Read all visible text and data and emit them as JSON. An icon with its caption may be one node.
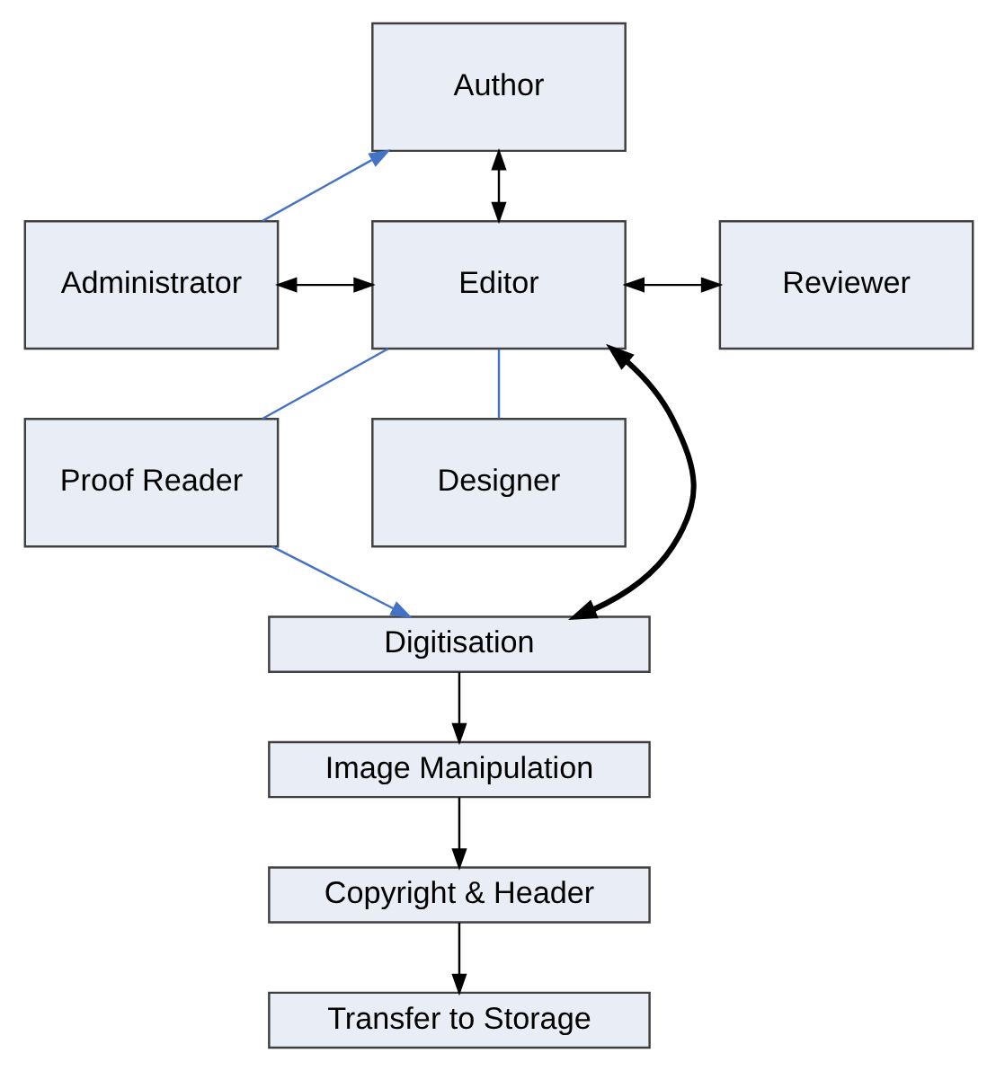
{
  "diagram": {
    "nodes": [
      {
        "text": [
          "Author"
        ]
      },
      {
        "text": [
          "Administrator"
        ]
      },
      {
        "text": [
          "Editor"
        ]
      },
      {
        "text": [
          "Reviewer"
        ]
      },
      {
        "text": [
          "Proof Reader"
        ]
      },
      {
        "text": [
          "Designer"
        ]
      },
      {
        "text": [
          "Digitisation"
        ]
      },
      {
        "text": [
          "Image Manipulation"
        ]
      },
      {
        "text": [
          "Copyright & Header"
        ]
      },
      {
        "text": [
          "Transfer to Storage"
        ]
      }
    ],
    "edges": [
      {
        "from": 1,
        "to": 0,
        "arrow": "to",
        "color": "#4472c4"
      },
      {
        "from": 0,
        "to": 2,
        "arrow": "both"
      },
      {
        "from": 1,
        "to": 2,
        "arrow": "both"
      },
      {
        "from": 2,
        "to": 3,
        "arrow": "both"
      },
      {
        "from": 2,
        "to": 4,
        "arrow": "none",
        "color": "#4472c4"
      },
      {
        "from": 2,
        "to": 5,
        "arrow": "none",
        "color": "#4472c4"
      },
      {
        "from": 2,
        "to": 6,
        "arrow": "both",
        "style": "thick"
      },
      {
        "from": 4,
        "to": 6,
        "arrow": "to",
        "color": "#4472c4"
      },
      {
        "from": 6,
        "to": 7,
        "arrow": "to"
      },
      {
        "from": 7,
        "to": 8,
        "arrow": "to"
      },
      {
        "from": 8,
        "to": 9,
        "arrow": "to"
      }
    ]
  }
}
